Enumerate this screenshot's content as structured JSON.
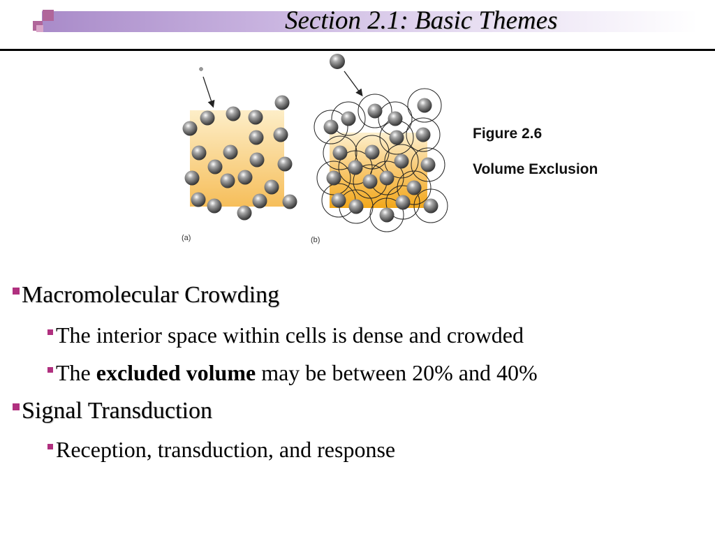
{
  "slide": {
    "title": "Section 2.1: Basic Themes",
    "figure": {
      "caption_number": "Figure 2.6",
      "caption_title": "Volume Exclusion",
      "panel_a_label": "(a)",
      "panel_b_label": "(b)"
    },
    "bullets": [
      {
        "text": "Macromolecular Crowding",
        "children": [
          {
            "text": "The interior space within cells is dense and crowded"
          },
          {
            "prefix": "The ",
            "bold": "excluded volume",
            "suffix": " may be between 20% and 40%"
          }
        ]
      },
      {
        "text": "Signal Transduction",
        "children": [
          {
            "text": "Reception, transduction, and response"
          }
        ]
      }
    ],
    "colors": {
      "accent": "#b0307f",
      "header_band": "#a98bc9",
      "box_fill": "#f6be5a"
    }
  }
}
